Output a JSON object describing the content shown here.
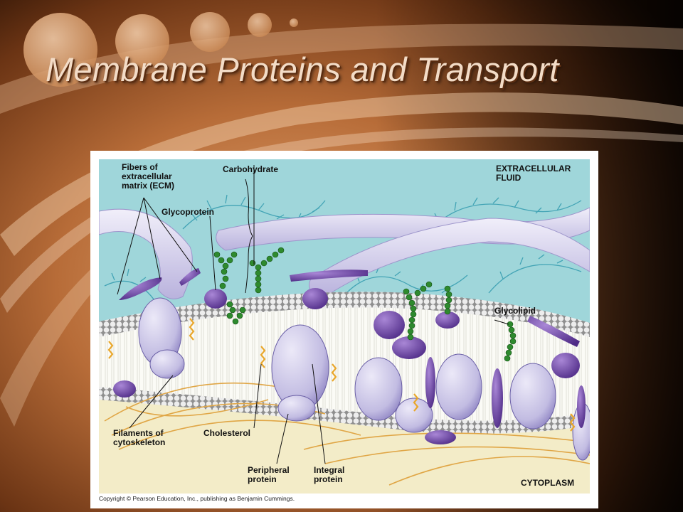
{
  "slide": {
    "title": "Membrane Proteins and Transport"
  },
  "figure": {
    "labels": {
      "fibers_ecm": "Fibers of\nextracellular\nmatrix (ECM)",
      "carbohydrate": "Carbohydrate",
      "extracellular_fluid": "EXTRACELLULAR\nFLUID",
      "glycoprotein": "Glycoprotein",
      "glycolipid": "Glycolipid",
      "filaments_cytoskeleton": "Filaments of\ncytoskeleton",
      "cholesterol": "Cholesterol",
      "peripheral_protein": "Peripheral\nprotein",
      "integral_protein": "Integral\nprotein",
      "cytoplasm": "CYTOPLASM"
    },
    "copyright": "Copyright © Pearson Education, Inc., publishing as Benjamin Cummings."
  },
  "colors": {
    "slide_background": "#b56a36",
    "title_text": "#f3dcc7",
    "extracellular_fluid": "#9fd6da",
    "cytoplasm": "#f3ecc8",
    "protein": "#c9c4e6",
    "protein_dark": "#6a3f9a",
    "carbohydrate_chain": "#2e8a2e",
    "cholesterol": "#e9a72c",
    "cytoskeleton_filament": "#e0a646",
    "phospholipid_head": "#e6e6e6"
  }
}
